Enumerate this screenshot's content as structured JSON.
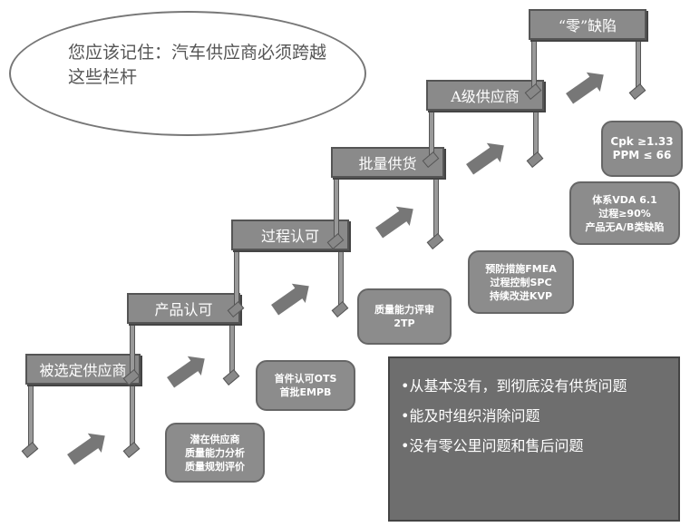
{
  "reminder": "您应该记住：汽车供应商必须跨越这些栏杆",
  "steps": [
    "被选定供应商",
    "产品认可",
    "过程认可",
    "批量供货",
    "A级供应商",
    "“零”缺陷"
  ],
  "callouts": [
    [
      "潜在供应商",
      "质量能力分析",
      "质量规划评价"
    ],
    [
      "首件认可OTS",
      "首批EMPB"
    ],
    [
      "质量能力评审",
      "2TP"
    ],
    [
      "预防措施FMEA",
      "过程控制SPC",
      "持续改进KVP"
    ],
    [
      "体系VDA 6.1",
      "过程≥90%",
      "产品无A/B类缺陷"
    ],
    [
      "Cpk ≥1.33",
      "PPM ≤ 66"
    ]
  ],
  "summary": [
    "•从基本没有，到彻底没有供货问题",
    "•能及时组织消除问题",
    "•没有零公里问题和售后问题"
  ]
}
